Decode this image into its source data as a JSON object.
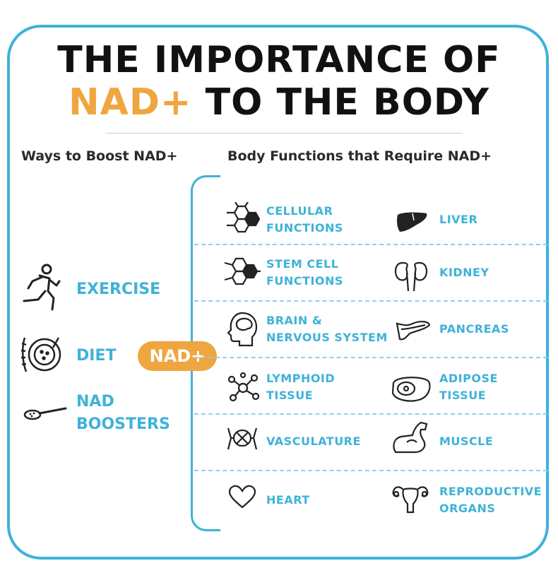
{
  "title": {
    "line1": "THE IMPORTANCE OF",
    "accent": "NAD+",
    "line2_rest": " TO THE BODY"
  },
  "left_heading": "Ways to Boost NAD+",
  "right_heading": "Body Functions that Require NAD+",
  "center_label": "NAD+",
  "boosts": [
    {
      "label": "EXERCISE",
      "icon": "running-person-icon"
    },
    {
      "label": "DIET",
      "icon": "food-bowl-icon"
    },
    {
      "label_line1": "NAD",
      "label_line2": "BOOSTERS",
      "icon": "spoon-powder-icon"
    }
  ],
  "functions": [
    {
      "line1": "CELLULAR",
      "line2": "FUNCTIONS",
      "icon": "molecule-hexagon-icon"
    },
    {
      "line1": "LIVER",
      "icon": "liver-icon"
    },
    {
      "line1": "STEM CELL",
      "line2": "FUNCTIONS",
      "icon": "stem-cell-hexagon-icon"
    },
    {
      "line1": "KIDNEY",
      "icon": "kidney-icon"
    },
    {
      "line1": "BRAIN &",
      "line2": "NERVOUS SYSTEM",
      "icon": "head-brain-icon"
    },
    {
      "line1": "PANCREAS",
      "icon": "pancreas-icon"
    },
    {
      "line1": "LYMPHOID",
      "line2": "TISSUE",
      "icon": "lymph-node-icon"
    },
    {
      "line1": "ADIPOSE",
      "line2": "TISSUE",
      "icon": "adipose-tissue-icon"
    },
    {
      "line1": "VASCULATURE",
      "icon": "vasculature-icon"
    },
    {
      "line1": "MUSCLE",
      "icon": "flexed-arm-icon"
    },
    {
      "line1": "HEART",
      "icon": "heart-icon"
    },
    {
      "line1": "REPRODUCTIVE",
      "line2": "ORGANS",
      "icon": "uterus-icon"
    }
  ],
  "colors": {
    "blue": "#3fb2d8",
    "orange": "#f0a640",
    "text": "#222222"
  }
}
